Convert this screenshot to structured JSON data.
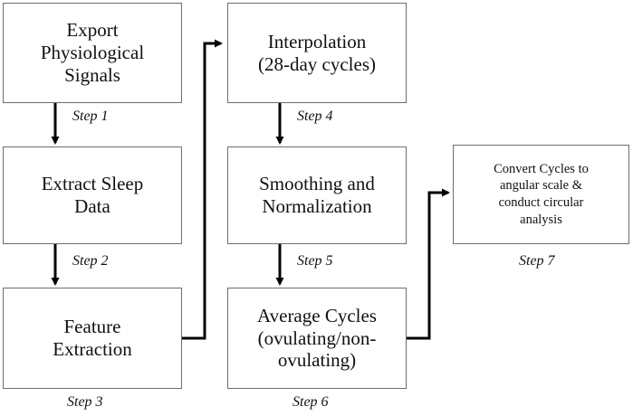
{
  "boxes": {
    "export": "Export\nPhysiological\nSignals",
    "extract": "Extract Sleep\nData",
    "feature": "Feature\nExtraction",
    "interp": "Interpolation\n(28-day cycles)",
    "smooth": "Smoothing and\nNormalization",
    "average": "Average Cycles\n(ovulating/non-\novulating)",
    "convert": "Convert Cycles to\nangular scale &\nconduct circular\nanalysis"
  },
  "steps": {
    "s1": "Step 1",
    "s2": "Step 2",
    "s3": "Step 3",
    "s4": "Step 4",
    "s5": "Step 5",
    "s6": "Step 6",
    "s7": "Step 7"
  }
}
